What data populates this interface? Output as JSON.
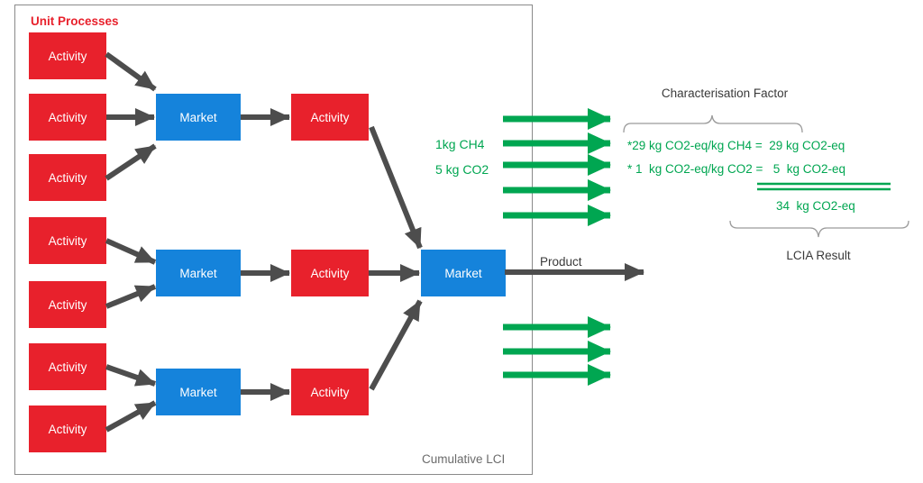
{
  "frame": {
    "title": "Unit Processes",
    "footer": "Cumulative LCI"
  },
  "nodes": {
    "activity_label": "Activity",
    "market_label": "Market"
  },
  "emissions": {
    "ch4_label": "1kg CH4",
    "co2_label": "5 kg CO2"
  },
  "product": {
    "label": "Product"
  },
  "lcia": {
    "header": "Characterisation Factor",
    "equation_line1": "*29 kg CO2-eq/kg CH4 =  29 kg CO2-eq",
    "equation_line2": "* 1  kg CO2-eq/kg CO2 =   5  kg CO2-eq",
    "total": "34  kg CO2-eq",
    "result_label": "LCIA Result"
  },
  "colors": {
    "activity_red": "#e8212c",
    "market_blue": "#1583db",
    "flow_green": "#00a651",
    "arrow_dark_gray": "#4d4d4d",
    "frame_border_gray": "#8a8a8a",
    "footer_text_gray": "#6b6b6b",
    "brace_gray": "#9a9a9a"
  }
}
